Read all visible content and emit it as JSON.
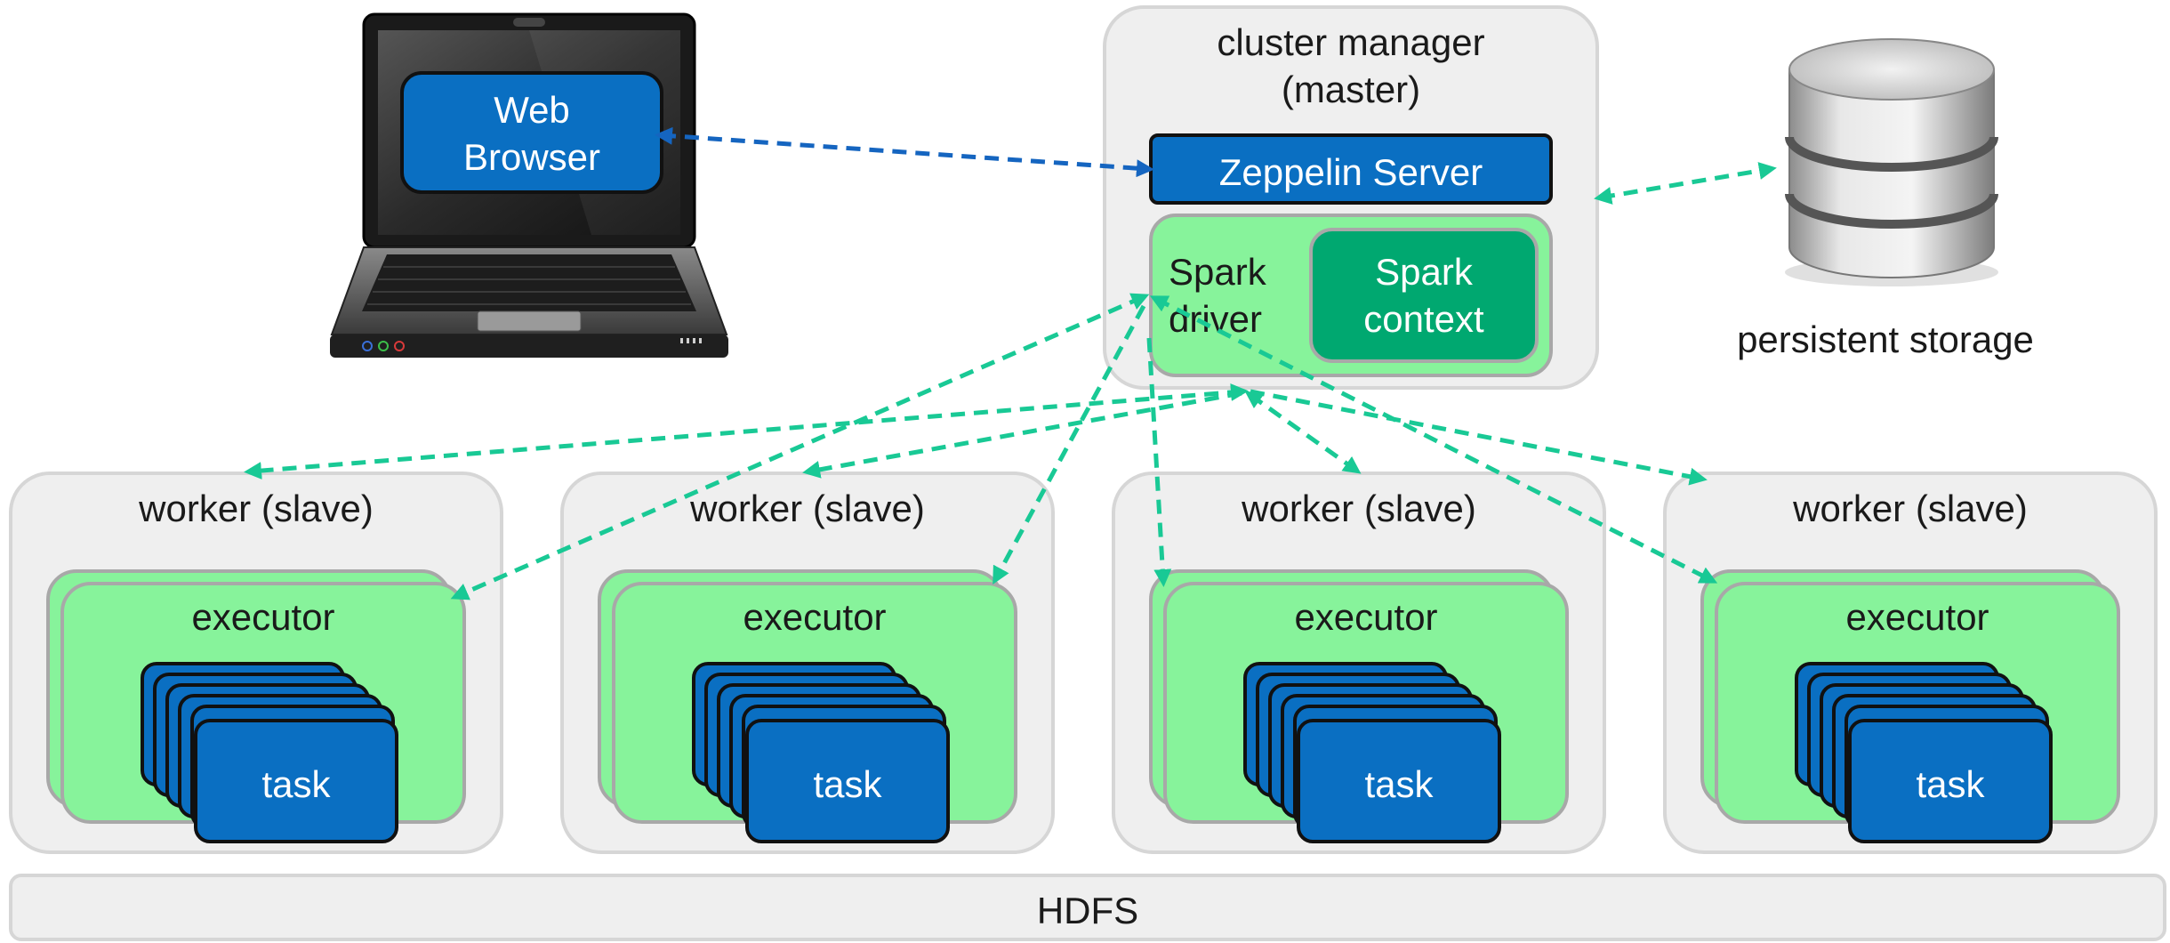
{
  "browser": {
    "label_line1": "Web",
    "label_line2": "Browser"
  },
  "cluster_manager": {
    "title_line1": "cluster manager",
    "title_line2": "(master)",
    "zeppelin_label": "Zeppelin Server",
    "spark_driver_line1": "Spark",
    "spark_driver_line2": "driver",
    "spark_context_line1": "Spark",
    "spark_context_line2": "context"
  },
  "storage": {
    "label": "persistent storage"
  },
  "workers": [
    {
      "title": "worker (slave)",
      "executor_label": "executor",
      "task_label": "task"
    },
    {
      "title": "worker (slave)",
      "executor_label": "executor",
      "task_label": "task"
    },
    {
      "title": "worker (slave)",
      "executor_label": "executor",
      "task_label": "task"
    },
    {
      "title": "worker (slave)",
      "executor_label": "executor",
      "task_label": "task"
    }
  ],
  "hdfs": {
    "label": "HDFS"
  },
  "colors": {
    "panel_bg": "#efefef",
    "green": "#87f39b",
    "blue": "#0a6fc2",
    "teal": "#00a870",
    "arrow_green": "#19c995",
    "arrow_blue": "#1565c0"
  },
  "icons": {
    "laptop": "laptop-icon",
    "database": "database-cylinder-icon"
  }
}
